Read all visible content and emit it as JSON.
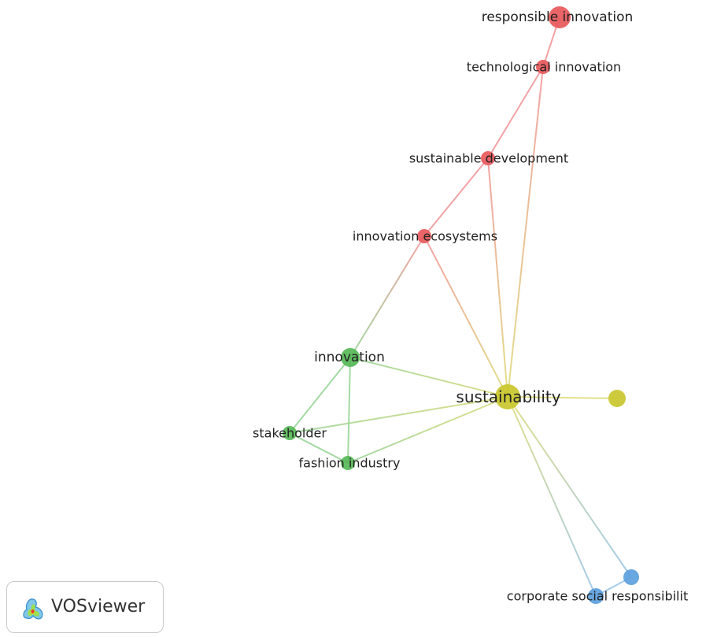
{
  "colors": {
    "red_cluster": "#e8585b",
    "green_cluster": "#57b957",
    "yellow_cluster": "#c9c72d",
    "blue_cluster": "#5ba0dc"
  },
  "nodes": [
    {
      "id": "responsible",
      "label": "responsible innovation",
      "cluster": "red"
    },
    {
      "id": "technological",
      "label": "technological innovation",
      "cluster": "red"
    },
    {
      "id": "sustdev",
      "label": "sustainable development",
      "cluster": "red"
    },
    {
      "id": "ecosystems",
      "label": "innovation ecosystems",
      "cluster": "red"
    },
    {
      "id": "innovation",
      "label": "innovation",
      "cluster": "green"
    },
    {
      "id": "sustainability",
      "label": "sustainability",
      "cluster": "yellow"
    },
    {
      "id": "yellow2",
      "label": "",
      "cluster": "yellow"
    },
    {
      "id": "stakeholder",
      "label": "stakeholder",
      "cluster": "green"
    },
    {
      "id": "fashion",
      "label": "fashion industry",
      "cluster": "green"
    },
    {
      "id": "csr",
      "label": "corporate social responsibilit",
      "cluster": "blue"
    },
    {
      "id": "blue2",
      "label": "",
      "cluster": "blue"
    }
  ],
  "edges": [
    [
      "responsible",
      "technological"
    ],
    [
      "technological",
      "sustdev"
    ],
    [
      "technological",
      "sustainability"
    ],
    [
      "sustdev",
      "ecosystems"
    ],
    [
      "sustdev",
      "sustainability"
    ],
    [
      "ecosystems",
      "innovation"
    ],
    [
      "ecosystems",
      "sustainability"
    ],
    [
      "innovation",
      "sustainability"
    ],
    [
      "innovation",
      "stakeholder"
    ],
    [
      "innovation",
      "fashion"
    ],
    [
      "stakeholder",
      "fashion"
    ],
    [
      "stakeholder",
      "sustainability"
    ],
    [
      "fashion",
      "sustainability"
    ],
    [
      "sustainability",
      "yellow2"
    ],
    [
      "sustainability",
      "csr"
    ],
    [
      "sustainability",
      "blue2"
    ],
    [
      "csr",
      "blue2"
    ]
  ],
  "brand": {
    "name": "VOSviewer"
  }
}
